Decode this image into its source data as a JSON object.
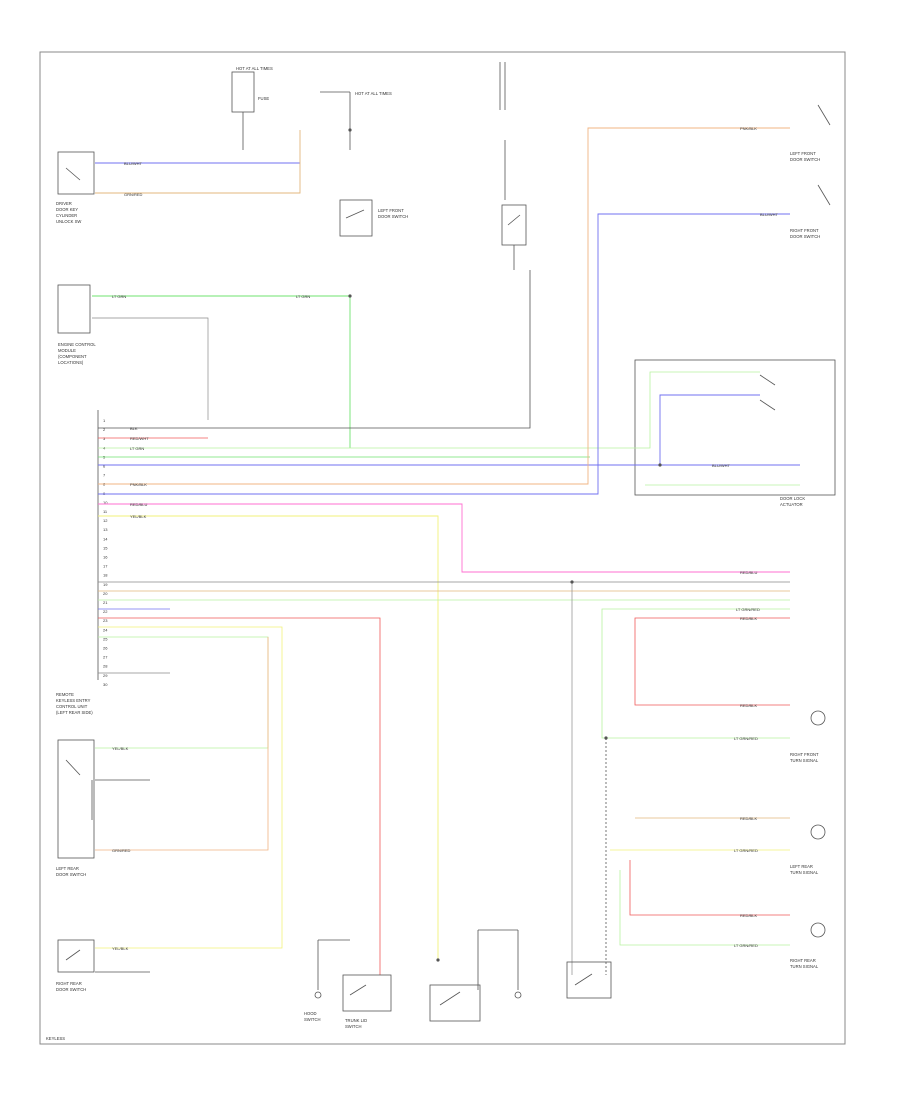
{
  "colors": {
    "blue": "#7070f0",
    "tan": "#e3b77c",
    "green": "#6fe36f",
    "orange": "#f0b483",
    "pink": "#ff6fd0",
    "yellow": "#f2f27a",
    "lightgreen": "#b8f2a0",
    "red": "#f05a5a",
    "gray": "#8a8a8a",
    "black": "#555555"
  },
  "labels": {
    "hot_run_1": "HOT AT ALL TIMES",
    "hot_run_2": "HOT AT ALL TIMES",
    "driver_unlock_sw_1": "DRIVER",
    "driver_unlock_sw_2": "DOOR KEY",
    "driver_unlock_sw_3": "CYLINDER",
    "driver_unlock_sw_4": "UNLOCK SW",
    "engine_ctrl_1": "ENGINE CONTROL",
    "engine_ctrl_2": "MODULE",
    "engine_ctrl_3": "(COMPONENT",
    "engine_ctrl_4": "LOCATIONS)",
    "fuse_label": "FUSE",
    "relay_1": "LEFT FRONT",
    "relay_2": "DOOR SWITCH",
    "module_1": "REMOTE",
    "module_2": "KEYLESS ENTRY",
    "module_3": "CONTROL UNIT",
    "module_4": "(LEFT REAR SIDE)",
    "front_sw_1": "LEFT FRONT",
    "front_sw_2": "DOOR SWITCH",
    "rf_sw_1": "RIGHT FRONT",
    "rf_sw_2": "DOOR SWITCH",
    "door_lock_1": "DOOR LOCK",
    "door_lock_2": "ACTUATOR",
    "lr_sw_1": "LEFT REAR",
    "lr_sw_2": "DOOR SWITCH",
    "rr_sw_1": "RIGHT REAR",
    "rr_sw_2": "DOOR SWITCH",
    "hood_1": "HOOD",
    "hood_2": "SWITCH",
    "trunk_1": "TRUNK LID",
    "trunk_2": "SWITCH",
    "lamp_1": "RIGHT FRONT",
    "lamp_2": "TURN SIGNAL",
    "lamp_3": "LEFT REAR",
    "lamp_4": "TURN SIGNAL",
    "lamp_5": "RIGHT REAR",
    "lamp_6": "TURN SIGNAL",
    "footer": "KEYLESS"
  },
  "wires": {
    "w1": "LT GRN",
    "w2": "RED/WHT",
    "w3": "BLU/WHT",
    "w4": "YEL/BLK",
    "w5": "GRN/RED",
    "w6": "PNK/BLK",
    "w7": "BLK",
    "w8": "RED/BLU",
    "w9": "LT GRN/RED",
    "w10": "RED/BLK"
  },
  "pins": [
    "1",
    "2",
    "3",
    "4",
    "5",
    "6",
    "7",
    "8",
    "9",
    "10",
    "11",
    "12",
    "13",
    "14",
    "15",
    "16",
    "17",
    "18",
    "19",
    "20",
    "21",
    "22",
    "23",
    "24",
    "25",
    "26",
    "27",
    "28",
    "29",
    "30"
  ]
}
